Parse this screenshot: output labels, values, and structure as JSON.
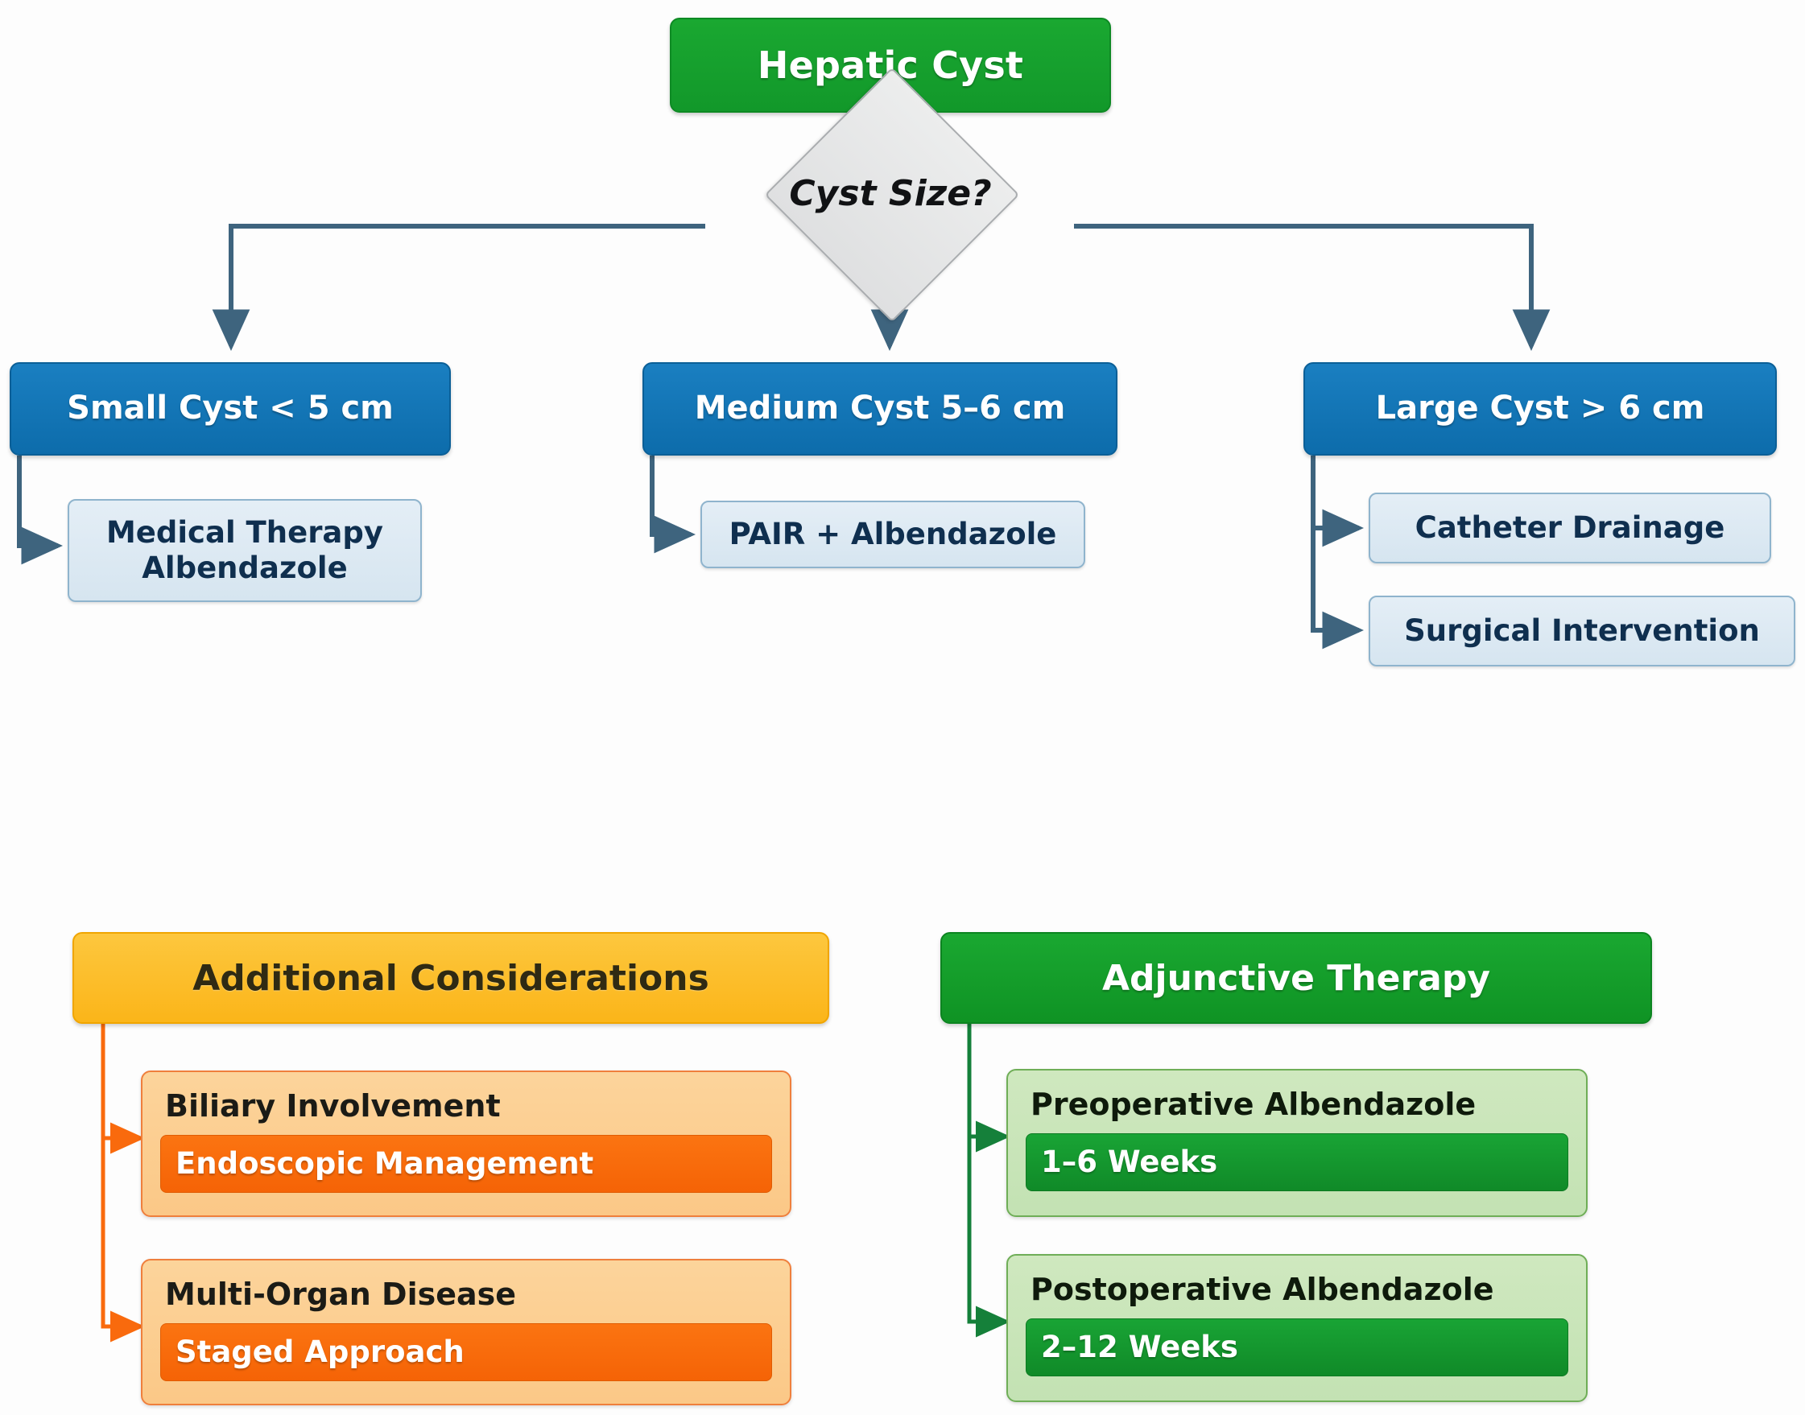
{
  "diagram": {
    "title_node": {
      "label": "Hepatic Cyst",
      "color": "#16a32b"
    },
    "decision": {
      "label": "Cyst Size?",
      "color": "#e3e4e5"
    },
    "branches": [
      {
        "id": "small",
        "label": "Small Cyst < 5 cm",
        "color": "#1273b4",
        "children": [
          {
            "label": "Medical Therapy\nAlbendazole",
            "color": "#deeaf2"
          }
        ]
      },
      {
        "id": "medium",
        "label": "Medium Cyst 5–6 cm",
        "color": "#1273b4",
        "children": [
          {
            "label": "PAIR + Albendazole",
            "color": "#deeaf2"
          }
        ]
      },
      {
        "id": "large",
        "label": "Large Cyst > 6 cm",
        "color": "#1273b4",
        "children": [
          {
            "label": "Catheter Drainage",
            "color": "#deeaf2"
          },
          {
            "label": "Surgical Intervention",
            "color": "#deeaf2"
          }
        ]
      }
    ],
    "panels": [
      {
        "id": "additional-considerations",
        "header": "Additional Considerations",
        "header_color": "#fcc02e",
        "accent_color": "#f96a0d",
        "cards": [
          {
            "title": "Biliary Involvement",
            "bar": "Endoscopic Management"
          },
          {
            "title": "Multi-Organ Disease",
            "bar": "Staged Approach"
          }
        ]
      },
      {
        "id": "adjunctive-therapy",
        "header": "Adjunctive Therapy",
        "header_color": "#15a332",
        "accent_color": "#15a332",
        "cards": [
          {
            "title": "Preoperative Albendazole",
            "bar": "1–6 Weeks"
          },
          {
            "title": "Postoperative Albendazole",
            "bar": "2–12 Weeks"
          }
        ]
      }
    ],
    "connector_color": "#3e647e",
    "connector_color_orange": "#f96a0d",
    "connector_color_green": "#15803a"
  }
}
